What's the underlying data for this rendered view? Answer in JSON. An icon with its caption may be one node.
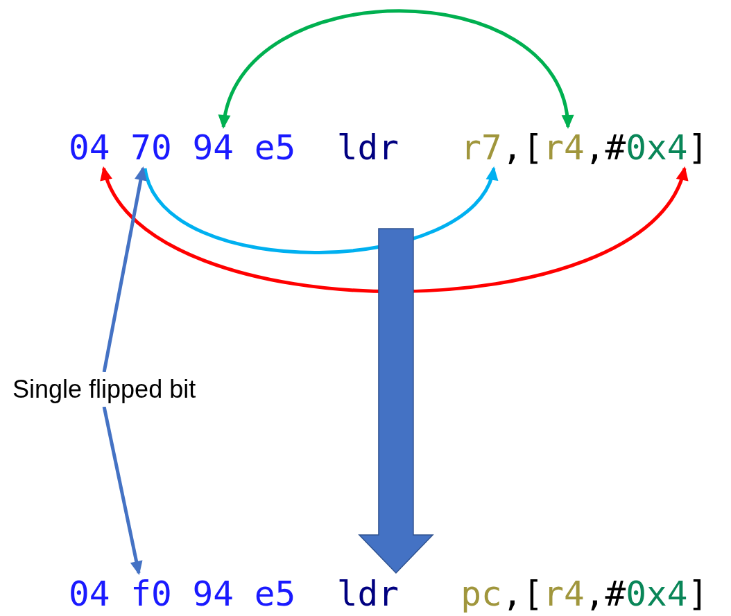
{
  "diagram": {
    "nodes": [
      {
        "text": [
          "04"
        ]
      },
      {
        "text": [
          "70"
        ]
      },
      {
        "text": [
          "94"
        ]
      },
      {
        "text": [
          "r7"
        ]
      },
      {
        "text": [
          "r4"
        ]
      },
      {
        "text": [
          "0x4"
        ]
      },
      {
        "text": [
          "Single flipped bit"
        ]
      },
      {
        "text": [
          "f0"
        ]
      },
      {
        "text": [
          "ldr"
        ]
      }
    ],
    "edges": [
      {
        "from": 2,
        "to": 4,
        "arrow": "both",
        "color": "#00b050"
      },
      {
        "from": 1,
        "to": 3,
        "arrow": "to",
        "color": "#00b0f0"
      },
      {
        "from": 0,
        "to": 5,
        "arrow": "both",
        "color": "#ff0000"
      },
      {
        "from": 6,
        "to": 1,
        "arrow": "to",
        "color": "#4472c4"
      },
      {
        "from": 6,
        "to": 7,
        "arrow": "to",
        "color": "#4472c4"
      },
      {
        "from": null,
        "to": 8,
        "arrow": "to",
        "style": "thick",
        "color": "#4472c4"
      }
    ],
    "labels": [
      "e5",
      "ldr",
      ",[",
      ",#",
      "]",
      "04",
      "94",
      "e5",
      "pc",
      ",[",
      "r4",
      ",#",
      "0x4",
      "]"
    ]
  }
}
